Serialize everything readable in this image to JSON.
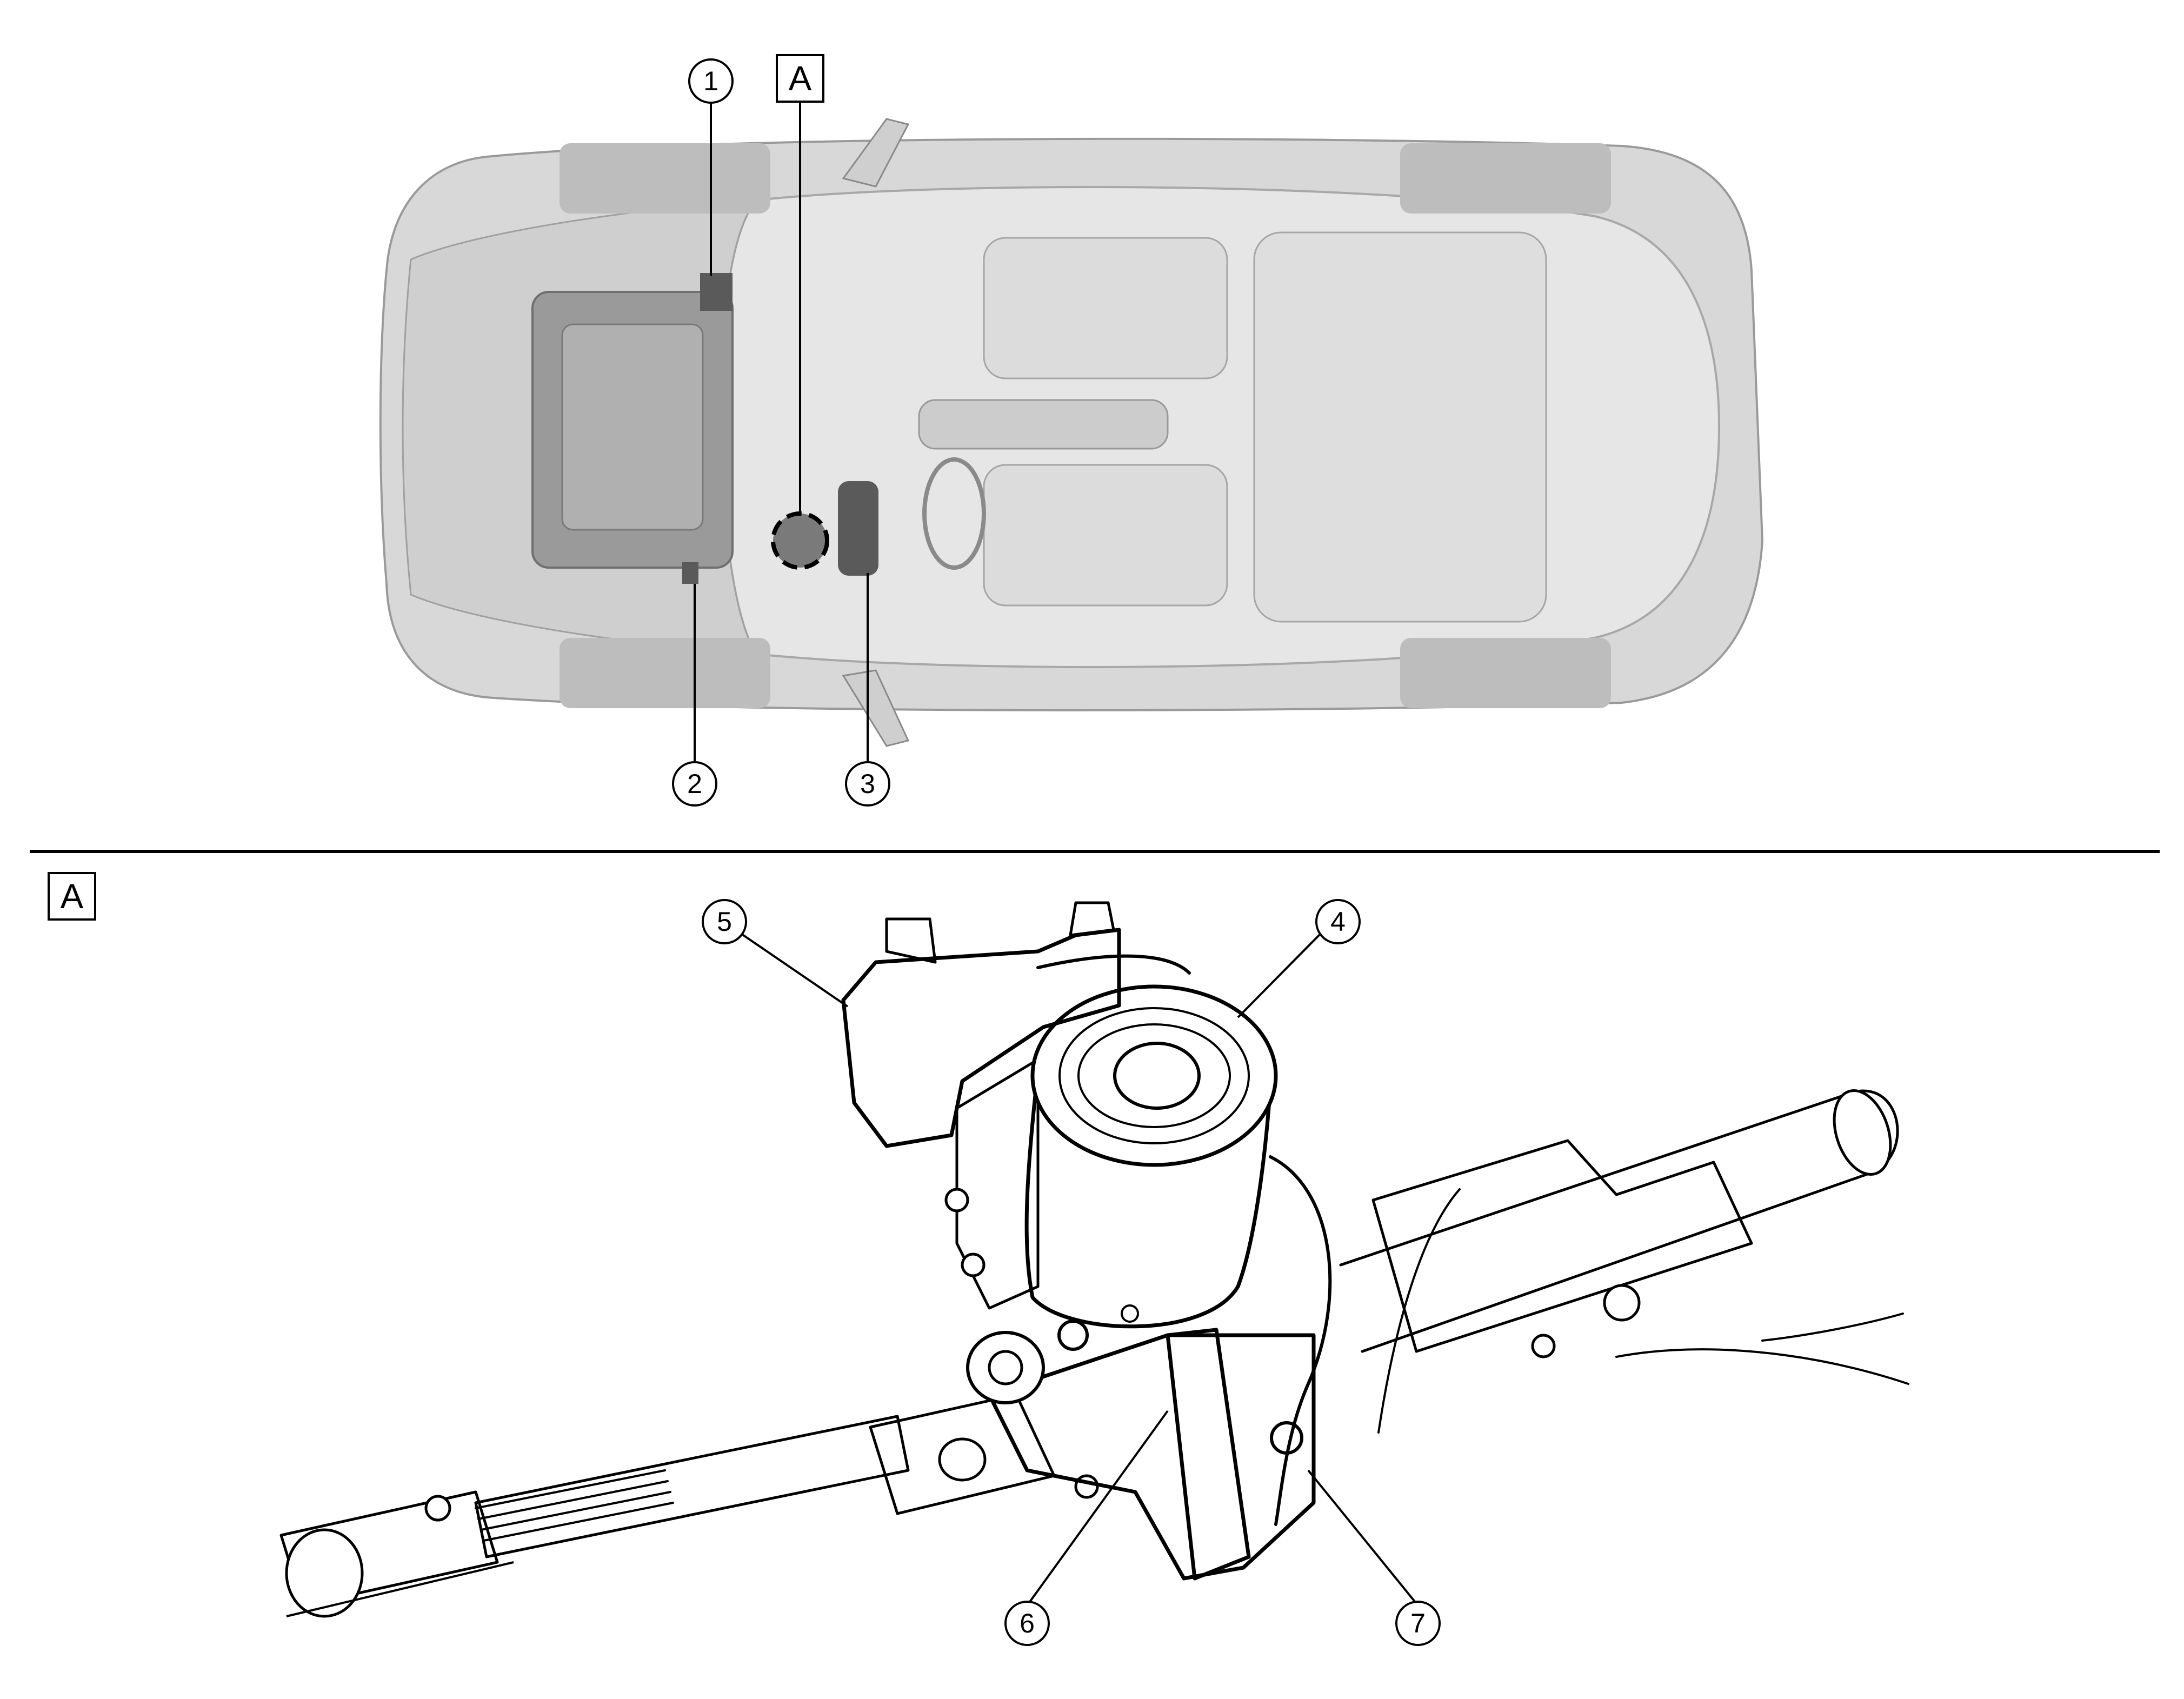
{
  "top_view": {
    "section_marker": "A",
    "callouts": [
      "1",
      "2",
      "3"
    ]
  },
  "detail_view": {
    "section_marker": "A",
    "callouts": [
      "4",
      "5",
      "6",
      "7"
    ]
  },
  "colors": {
    "line": "#000000",
    "car_body": "#d8d8d8",
    "car_shadow": "#bdbdbd",
    "engine": "#9a9a9a",
    "part_highlight": "#5a5a5a"
  }
}
